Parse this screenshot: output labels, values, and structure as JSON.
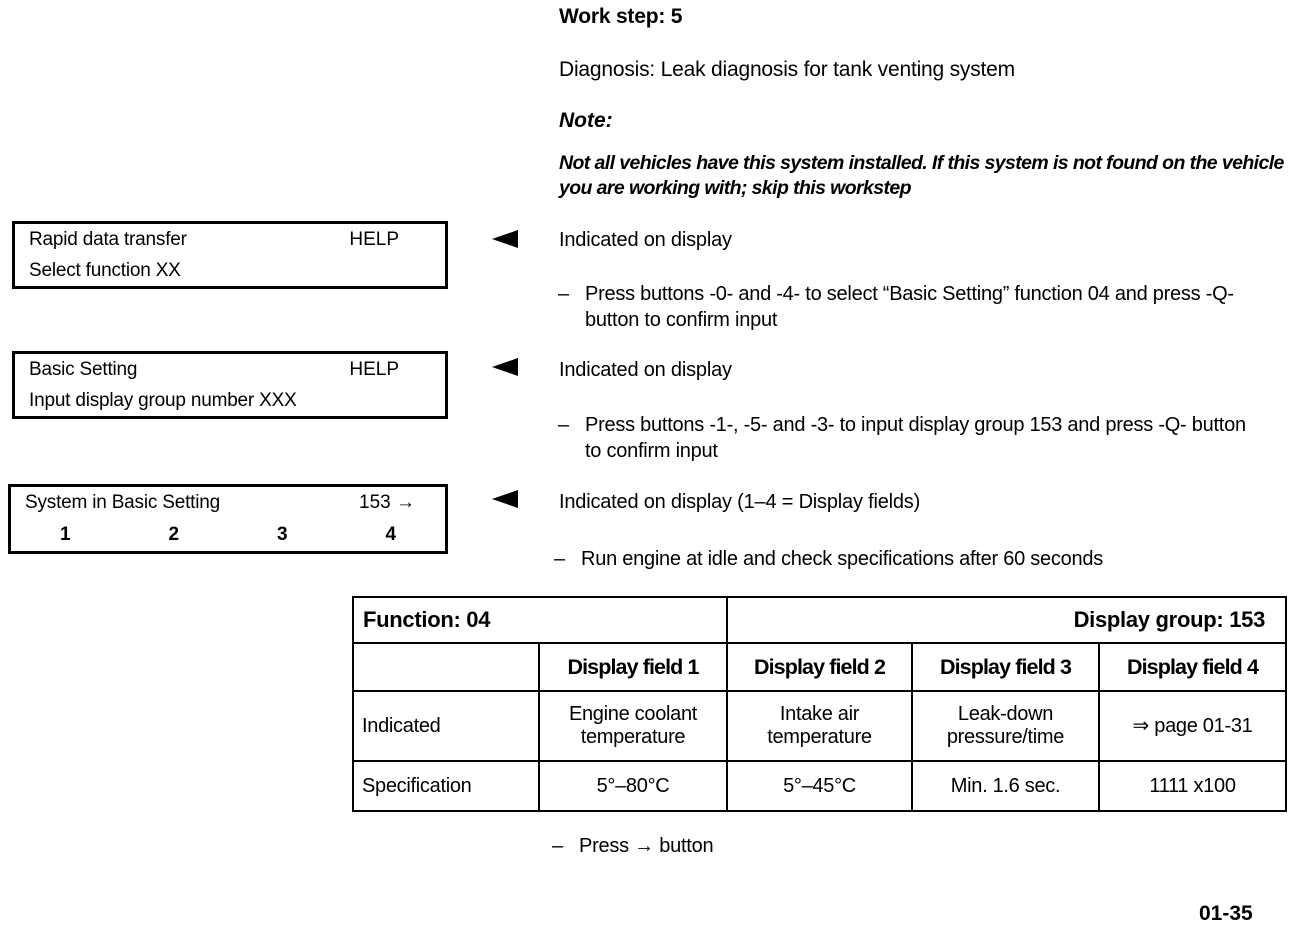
{
  "header": {
    "work_step_label": "Work step: 5",
    "diagnosis_line": "Diagnosis: Leak diagnosis for tank venting system",
    "note_label": "Note:",
    "note_body": "Not all vehicles have this system installed. If this system is not found on the vehicle you are working with; skip this workstep"
  },
  "displays": [
    {
      "line1_left": "Rapid data transfer",
      "line1_right": "HELP",
      "line2_left": "Select function XX"
    },
    {
      "line1_left": "Basic Setting",
      "line1_right": "HELP",
      "line2_left": "Input display group number XXX"
    },
    {
      "line1_left": "System in Basic Setting",
      "line1_right": "153  →",
      "fields": [
        "1",
        "2",
        "3",
        "4"
      ]
    }
  ],
  "steps": [
    {
      "indicated": "Indicated on display",
      "bullet_dash": "–",
      "bullet_text": "Press buttons -0- and -4- to select “Basic Setting” function 04 and press -Q- button to confirm input"
    },
    {
      "indicated": "Indicated on display",
      "bullet_dash": "–",
      "bullet_text": "Press buttons -1-, -5- and -3- to input display group 153 and press -Q- button to confirm input"
    },
    {
      "indicated": "Indicated on display (1–4 = Display fields)",
      "bullet_dash": "–",
      "bullet_text": "Run engine at idle and check specifications after 60 seconds"
    }
  ],
  "spec_table": {
    "function_label": "Function: 04",
    "display_group_label": "Display group: 153",
    "corner_label": "",
    "column_headers": [
      "Display field 1",
      "Display field 2",
      "Display field 3",
      "Display field 4"
    ],
    "rows": [
      {
        "label": "Indicated",
        "cells": [
          "Engine coolant temperature",
          "Intake air temperature",
          "Leak-down pressure/time",
          "⇒ page 01-31"
        ]
      },
      {
        "label": "Specification",
        "cells": [
          "5°–80°C",
          "5°–45°C",
          "Min. 1.6 sec.",
          "1111 x100"
        ]
      }
    ]
  },
  "final_step": {
    "bullet_dash": "–",
    "bullet_text": "Press → button"
  },
  "footer": {
    "page_number": "01-35"
  }
}
